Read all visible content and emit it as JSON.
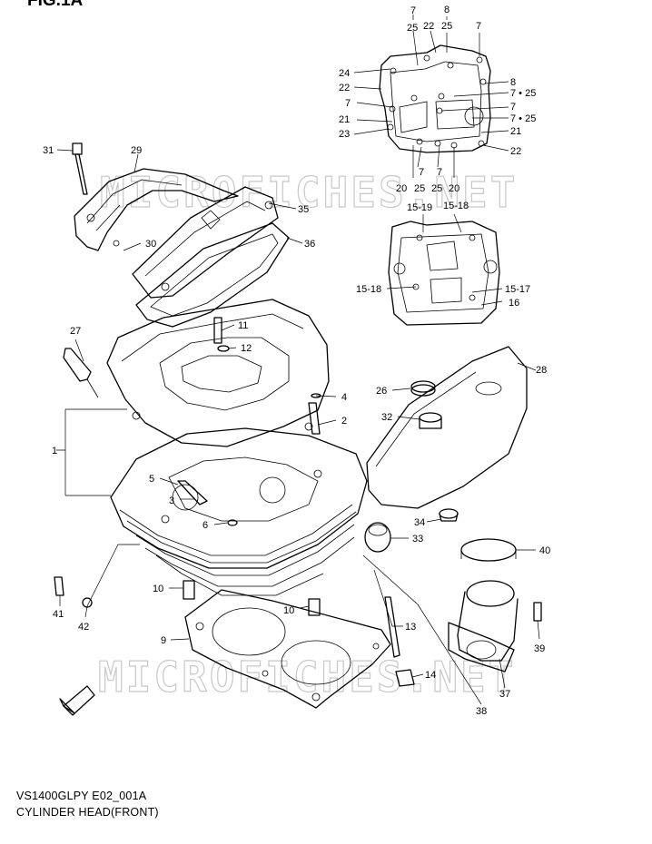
{
  "figure": {
    "title": "FIG.1A",
    "model_code": "VS1400GLPY E02_001A",
    "subtitle": "CYLINDER HEAD(FRONT)"
  },
  "watermark": "MICROFICHES.NET",
  "callouts": [
    {
      "id": "c-7-a",
      "text": "7"
    },
    {
      "id": "c-8-a",
      "text": "8"
    },
    {
      "id": "c-25-a",
      "text": "25"
    },
    {
      "id": "c-22-a",
      "text": "22"
    },
    {
      "id": "c-25-b",
      "text": "25"
    },
    {
      "id": "c-7-b",
      "text": "7"
    },
    {
      "id": "c-24",
      "text": "24"
    },
    {
      "id": "c-8-b",
      "text": "8"
    },
    {
      "id": "c-22-b",
      "text": "22"
    },
    {
      "id": "c-7-25-a",
      "text": "7 • 25"
    },
    {
      "id": "c-7-c",
      "text": "7"
    },
    {
      "id": "c-7-d",
      "text": "7"
    },
    {
      "id": "c-21-a",
      "text": "21"
    },
    {
      "id": "c-7-25-b",
      "text": "7 • 25"
    },
    {
      "id": "c-21-b",
      "text": "21"
    },
    {
      "id": "c-23",
      "text": "23"
    },
    {
      "id": "c-22-c",
      "text": "22"
    },
    {
      "id": "c-7-e",
      "text": "7"
    },
    {
      "id": "c-7-f",
      "text": "7"
    },
    {
      "id": "c-20-a",
      "text": "20"
    },
    {
      "id": "c-25-c",
      "text": "25"
    },
    {
      "id": "c-25-d",
      "text": "25"
    },
    {
      "id": "c-20-b",
      "text": "20"
    },
    {
      "id": "c-31",
      "text": "31"
    },
    {
      "id": "c-29",
      "text": "29"
    },
    {
      "id": "c-35",
      "text": "35"
    },
    {
      "id": "c-30",
      "text": "30"
    },
    {
      "id": "c-36",
      "text": "36"
    },
    {
      "id": "c-15-19",
      "text": "15-19"
    },
    {
      "id": "c-15-18-a",
      "text": "15-18"
    },
    {
      "id": "c-15-18-b",
      "text": "15-18"
    },
    {
      "id": "c-15-17",
      "text": "15-17"
    },
    {
      "id": "c-16",
      "text": "16"
    },
    {
      "id": "c-27",
      "text": "27"
    },
    {
      "id": "c-11",
      "text": "11"
    },
    {
      "id": "c-12",
      "text": "12"
    },
    {
      "id": "c-28",
      "text": "28"
    },
    {
      "id": "c-26",
      "text": "26"
    },
    {
      "id": "c-4",
      "text": "4"
    },
    {
      "id": "c-2",
      "text": "2"
    },
    {
      "id": "c-32",
      "text": "32"
    },
    {
      "id": "c-1",
      "text": "1"
    },
    {
      "id": "c-5",
      "text": "5"
    },
    {
      "id": "c-3",
      "text": "3"
    },
    {
      "id": "c-6",
      "text": "6"
    },
    {
      "id": "c-34",
      "text": "34"
    },
    {
      "id": "c-33",
      "text": "33"
    },
    {
      "id": "c-40",
      "text": "40"
    },
    {
      "id": "c-10-a",
      "text": "10"
    },
    {
      "id": "c-10-b",
      "text": "10"
    },
    {
      "id": "c-41",
      "text": "41"
    },
    {
      "id": "c-42",
      "text": "42"
    },
    {
      "id": "c-9",
      "text": "9"
    },
    {
      "id": "c-13",
      "text": "13"
    },
    {
      "id": "c-39",
      "text": "39"
    },
    {
      "id": "c-14",
      "text": "14"
    },
    {
      "id": "c-37",
      "text": "37"
    },
    {
      "id": "c-38",
      "text": "38"
    }
  ]
}
